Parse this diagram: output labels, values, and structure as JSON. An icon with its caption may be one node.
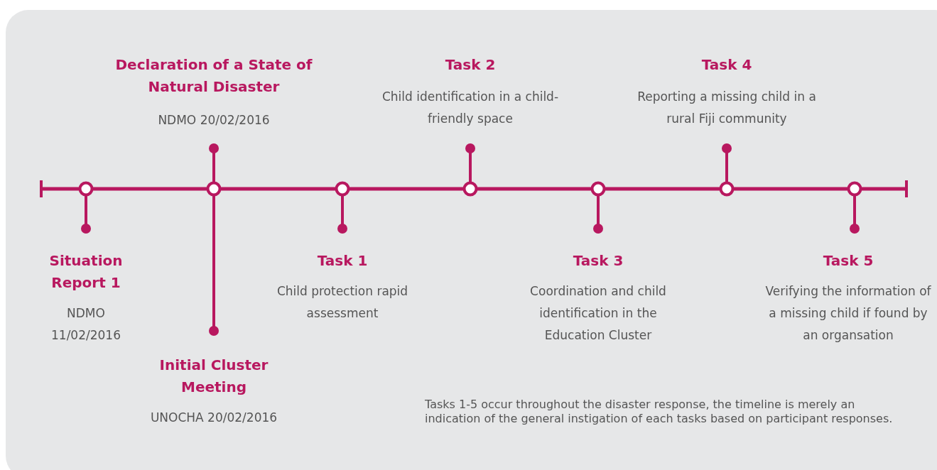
{
  "diagram": {
    "nodes": [
      {
        "text": [
          "Declaration of a State of Natural Disaster",
          "NDMO 20/02/2016"
        ]
      },
      {
        "text": [
          "Task 2",
          "Child identification in a child-friendly space"
        ]
      },
      {
        "text": [
          "Task 4",
          "Reporting a missing child in a rural Fiji community"
        ]
      },
      {
        "text": [
          "Situation Report 1",
          "NDMO 11/02/2016"
        ]
      },
      {
        "text": [
          "Task 1",
          "Child protection rapid assessment"
        ]
      },
      {
        "text": [
          "Task 3",
          "Coordination and child identification in the Education Cluster"
        ]
      },
      {
        "text": [
          "Task 5",
          "Verifying the information of a missing child if found by an organsation"
        ]
      },
      {
        "text": [
          "Initial Cluster Meeting",
          "UNOCHA 20/02/2016"
        ]
      }
    ],
    "labels": [
      "Tasks 1-5 occur throughout the disaster response, the timeline is merely an indication of the general instigation of each tasks based on participant responses."
    ]
  }
}
